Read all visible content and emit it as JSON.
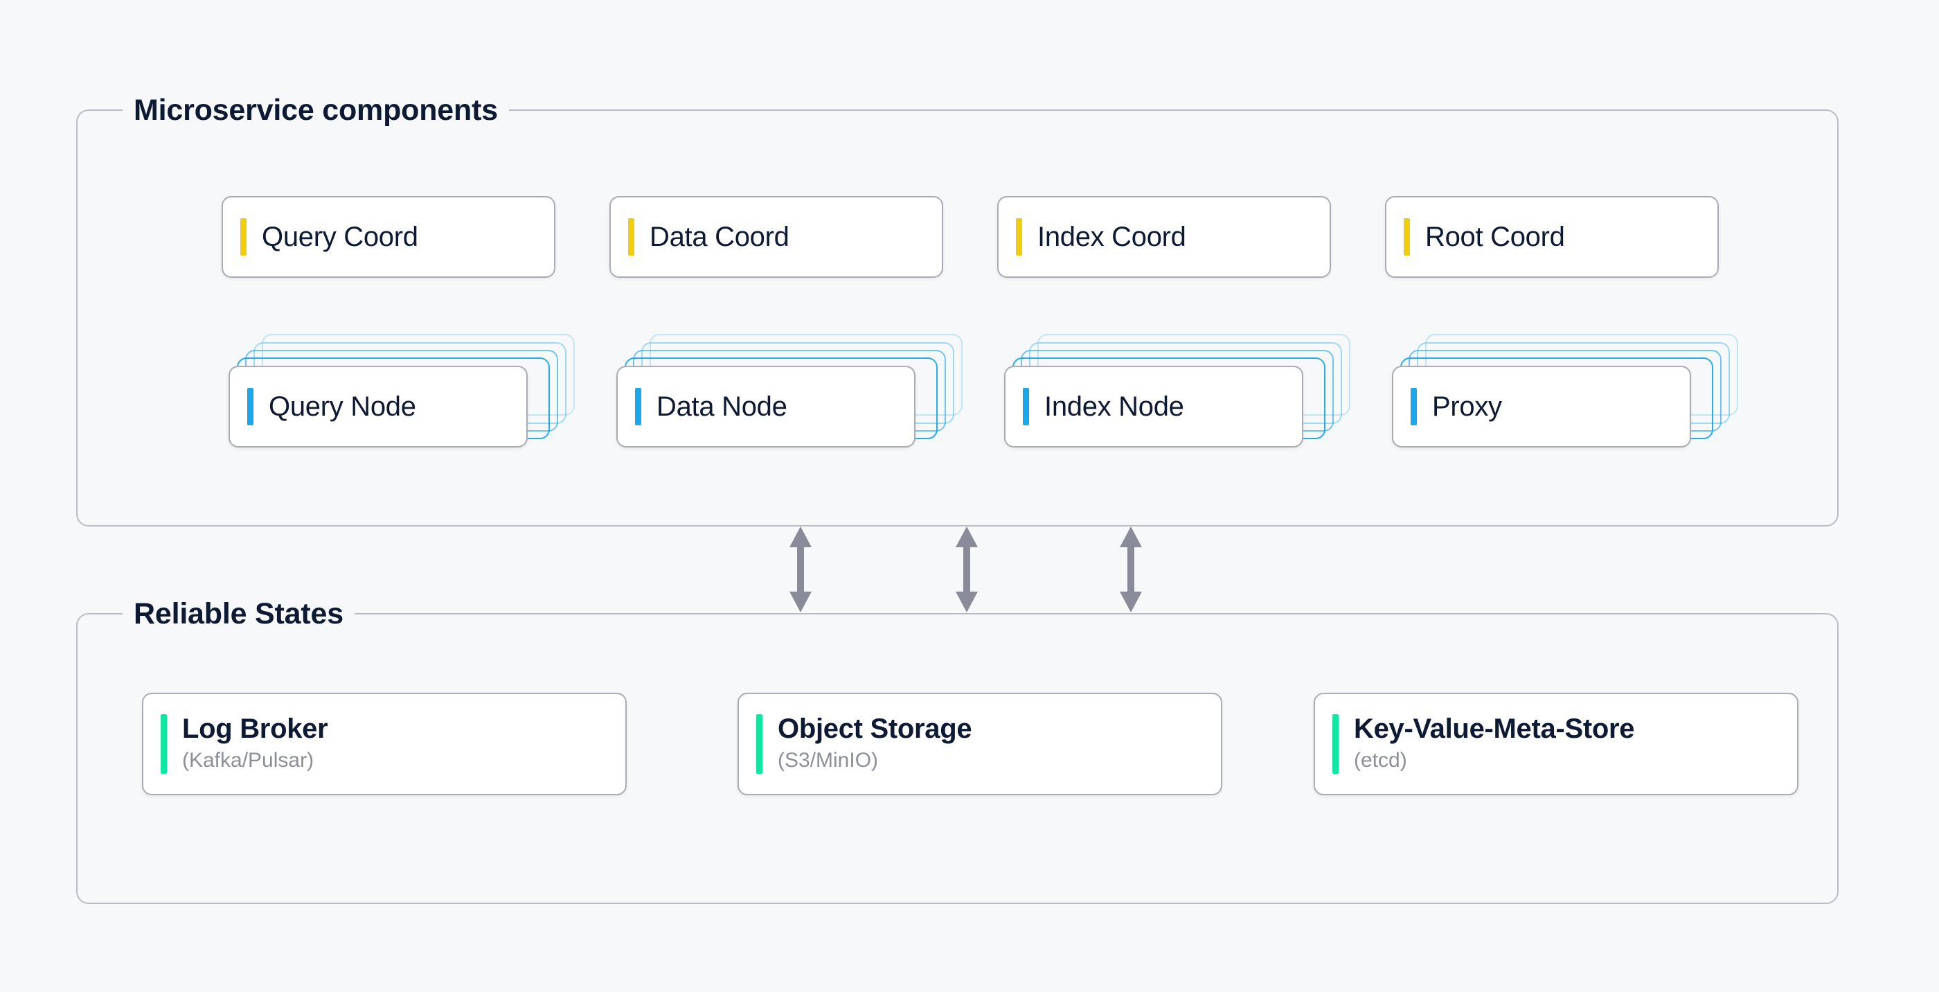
{
  "background_color": "#F7F8F9",
  "colors": {
    "coordinator_accent": "#EFCD11",
    "node_accent": "#1CA7EA",
    "storage_accent": "#0FE6A2",
    "text": "#0E1A33",
    "subtext": "#8C8F98",
    "panel_border": "#B9BCC4",
    "card_border": "#A9ACB4",
    "arrow": "#8A8B98"
  },
  "panels": [
    {
      "id": "microservice-components",
      "legend": "Microservice components",
      "coordinator_row": [
        {
          "label": "Query Coord"
        },
        {
          "label": "Data Coord"
        },
        {
          "label": "Index Coord"
        },
        {
          "label": "Root Coord"
        }
      ],
      "node_row": [
        {
          "label": "Query Node",
          "stacked": true,
          "stack_count": 4
        },
        {
          "label": "Data Node",
          "stacked": true,
          "stack_count": 4
        },
        {
          "label": "Index Node",
          "stacked": true,
          "stack_count": 4
        },
        {
          "label": "Proxy",
          "stacked": true,
          "stack_count": 4
        }
      ]
    },
    {
      "id": "reliable-states",
      "legend": "Reliable States",
      "storage_row": [
        {
          "label": "Log Broker",
          "sublabel": "(Kafka/Pulsar)"
        },
        {
          "label": "Object Storage",
          "sublabel": "(S3/MinIO)"
        },
        {
          "label": "Key-Value-Meta-Store",
          "sublabel": "(etcd)"
        }
      ]
    }
  ],
  "connectors": {
    "count": 3,
    "style": "double-headed-vertical-arrow",
    "icon": "double-arrow-icon"
  }
}
